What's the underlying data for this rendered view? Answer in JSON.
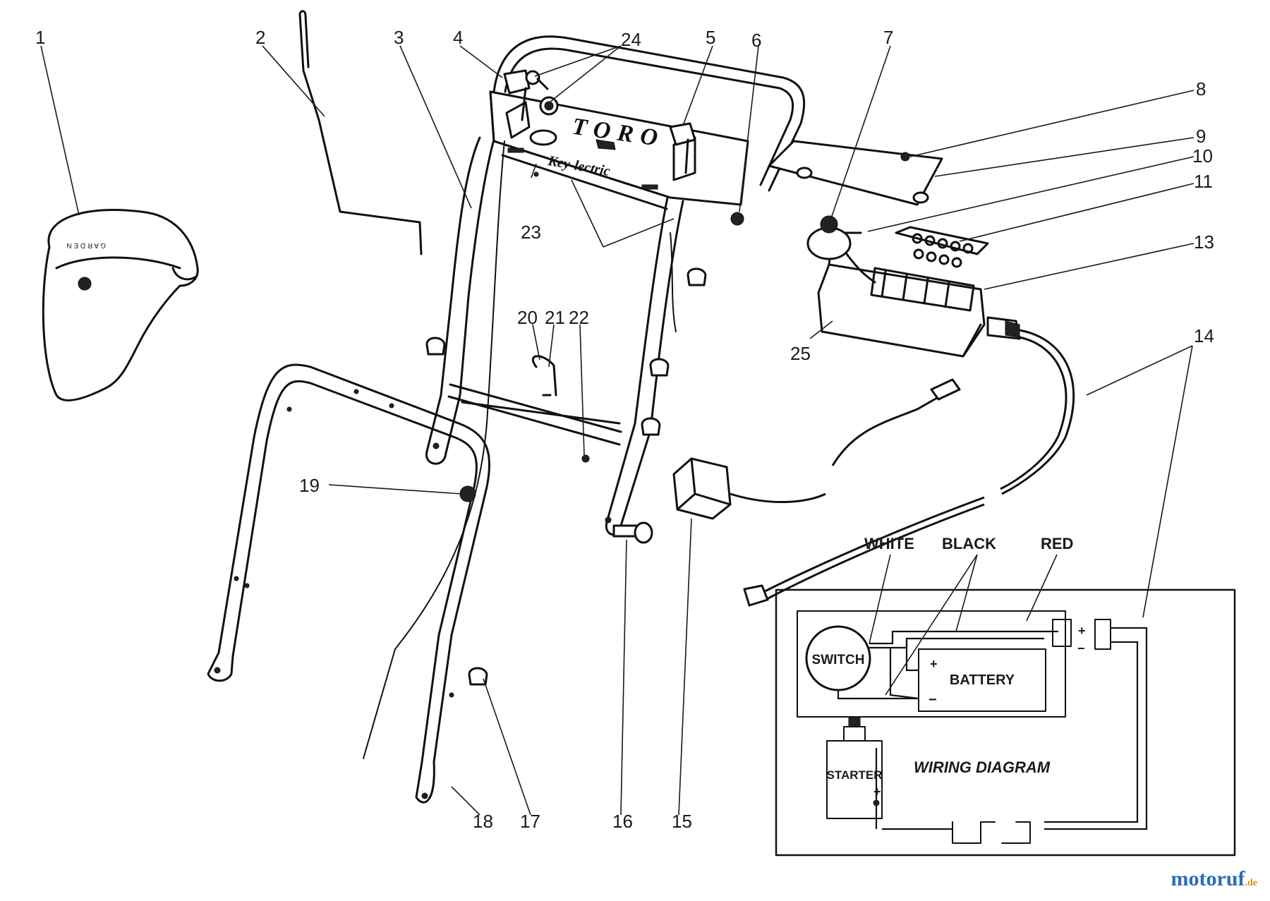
{
  "part_numbers": {
    "p1": "1",
    "p2": "2",
    "p3": "3",
    "p4": "4",
    "p5": "5",
    "p6": "6",
    "p7": "7",
    "p8": "8",
    "p9": "9",
    "p10": "10",
    "p11": "11",
    "p13": "13",
    "p14": "14",
    "p15": "15",
    "p16": "16",
    "p17": "17",
    "p18": "18",
    "p19": "19",
    "p20": "20",
    "p21": "21",
    "p22": "22",
    "p23": "23",
    "p24": "24",
    "p25": "25"
  },
  "panel": {
    "brand": "TORO",
    "model_script": "Key-lectric"
  },
  "wiring": {
    "wire_white": "WHITE",
    "wire_black": "BLACK",
    "wire_red": "RED",
    "switch": "SWITCH",
    "battery": "BATTERY",
    "starter": "STARTER",
    "title": "WIRING DIAGRAM",
    "plus": "+",
    "minus": "−"
  },
  "watermark": {
    "name": "motoruf",
    "tld": ".de"
  },
  "colors": {
    "ink": "#111111",
    "watermark_blue": "#2a6db5",
    "watermark_orange": "#e08a1e"
  }
}
